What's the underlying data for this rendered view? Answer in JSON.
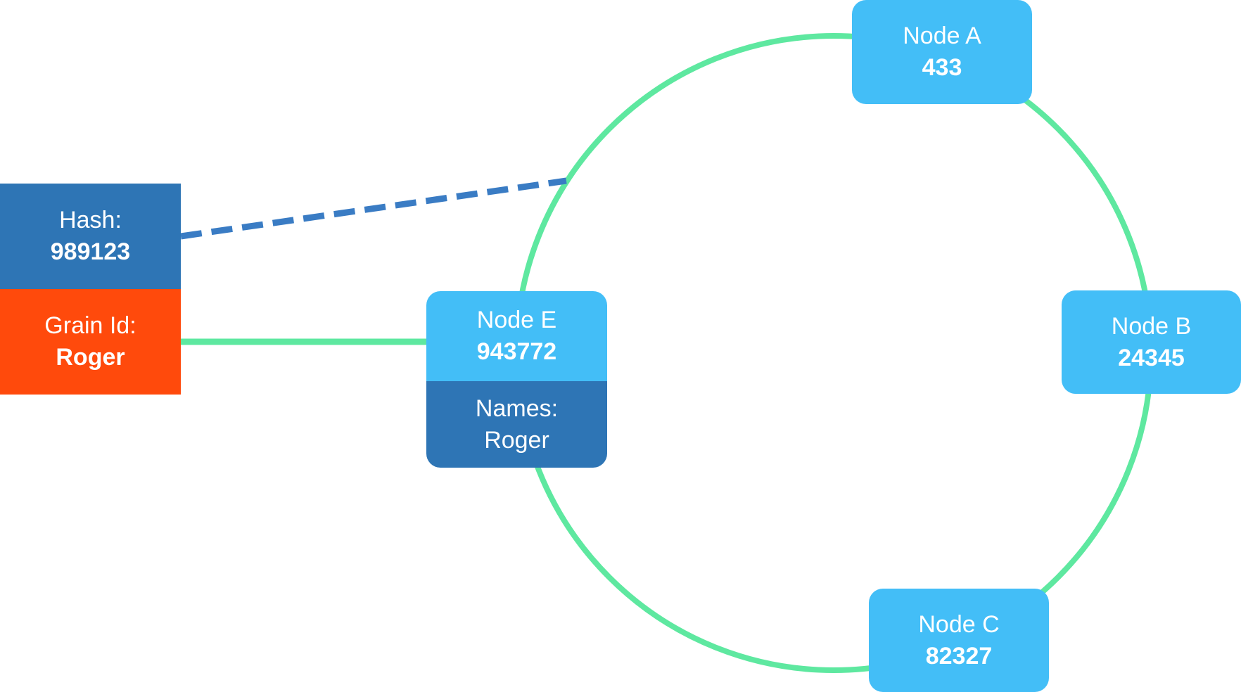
{
  "colors": {
    "ring": "#5ee8a0",
    "node_fill": "#43bef7",
    "hash_fill": "#2e75b5",
    "grain_fill": "#ff4a0c",
    "dashed_link": "#3a7cc4",
    "text": "#ffffff"
  },
  "nodes": {
    "a": {
      "name": "Node A",
      "hash": "433"
    },
    "b": {
      "name": "Node B",
      "hash": "24345"
    },
    "c": {
      "name": "Node C",
      "hash": "82327"
    },
    "e": {
      "name": "Node E",
      "hash": "943772",
      "names_label": "Names:",
      "names_value": "Roger"
    }
  },
  "key": {
    "hash_label": "Hash:",
    "hash_value": "989123",
    "grain_label": "Grain Id:",
    "grain_value": "Roger"
  }
}
